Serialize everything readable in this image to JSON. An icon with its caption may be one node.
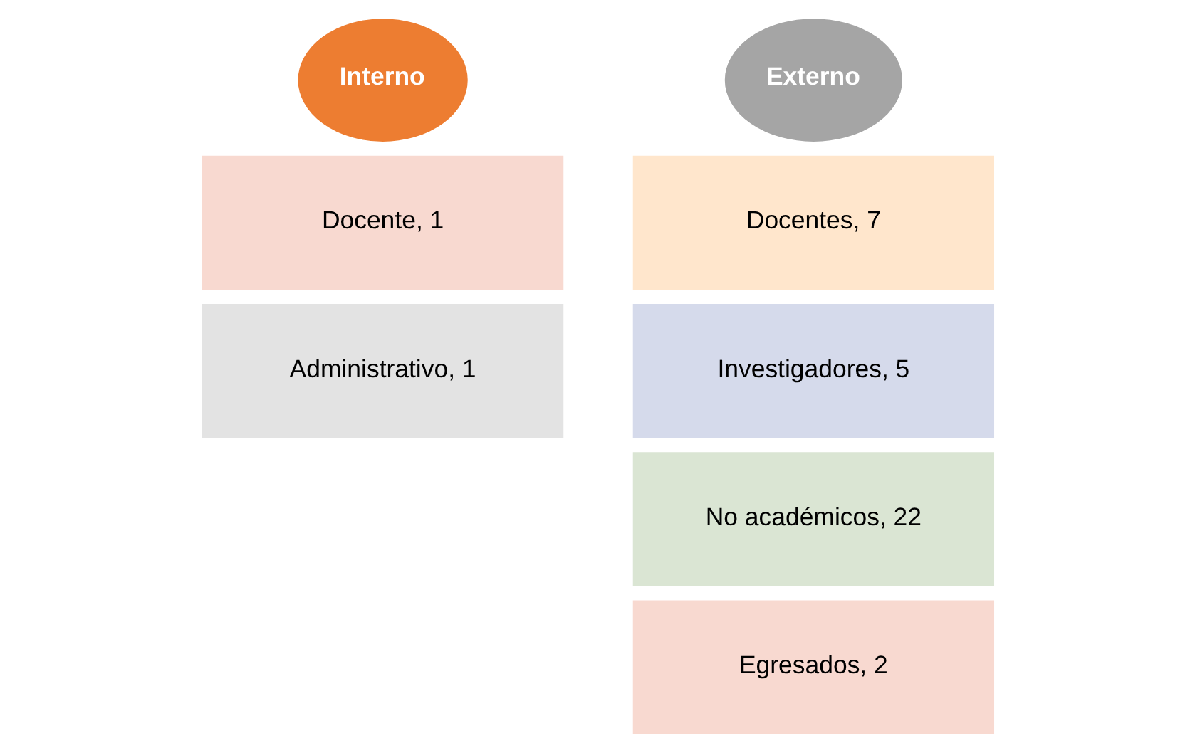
{
  "diagram": {
    "nodes": [
      {
        "text": [
          "Interno"
        ]
      },
      {
        "text": [
          "Docente, 1"
        ]
      },
      {
        "text": [
          "Administrativo, 1"
        ]
      },
      {
        "text": [
          "Externo"
        ]
      },
      {
        "text": [
          "Docentes, 7"
        ]
      },
      {
        "text": [
          "Investigadores, 5"
        ]
      },
      {
        "text": [
          "No académicos, 22"
        ]
      },
      {
        "text": [
          "Egresados, 2"
        ]
      }
    ]
  }
}
